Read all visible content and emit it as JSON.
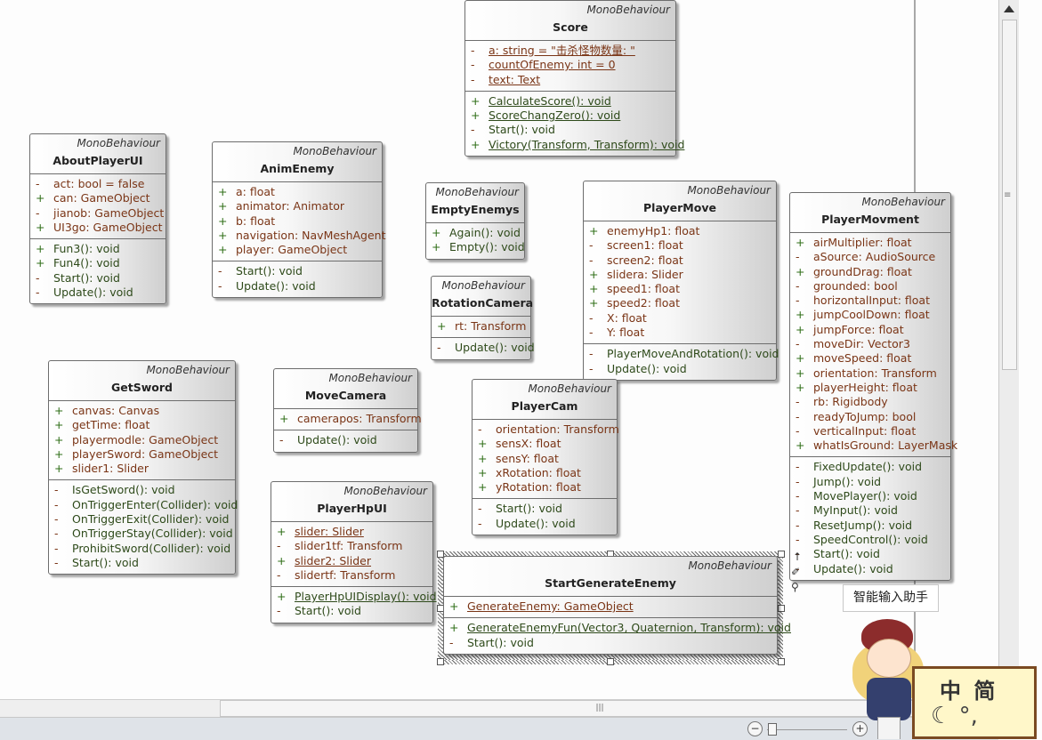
{
  "classes": [
    {
      "id": "score",
      "stereotype": "MonoBehaviour",
      "name": "Score",
      "attributes": [
        {
          "vis": "-",
          "text": "a: string = \"击杀怪物数量: \"",
          "static": true
        },
        {
          "vis": "-",
          "text": "countOfEnemy: int = 0",
          "static": true
        },
        {
          "vis": "-",
          "text": "text: Text",
          "static": true
        }
      ],
      "operations": [
        {
          "vis": "+",
          "text": "CalculateScore(): void",
          "static": true
        },
        {
          "vis": "+",
          "text": "ScoreChangZero(): void",
          "static": true
        },
        {
          "vis": "-",
          "text": "Start(): void",
          "static": false
        },
        {
          "vis": "+",
          "text": "Victory(Transform, Transform): void",
          "static": true
        }
      ]
    },
    {
      "id": "aboutplayerui",
      "stereotype": "MonoBehaviour",
      "name": "AboutPlayerUI",
      "attributes": [
        {
          "vis": "-",
          "text": "act: bool = false"
        },
        {
          "vis": "+",
          "text": "can: GameObject"
        },
        {
          "vis": "-",
          "text": "jianob: GameObject"
        },
        {
          "vis": "+",
          "text": "UI3go: GameObject"
        }
      ],
      "operations": [
        {
          "vis": "+",
          "text": "Fun3(): void"
        },
        {
          "vis": "+",
          "text": "Fun4(): void"
        },
        {
          "vis": "-",
          "text": "Start(): void"
        },
        {
          "vis": "-",
          "text": "Update(): void"
        }
      ]
    },
    {
      "id": "animenemy",
      "stereotype": "MonoBehaviour",
      "name": "AnimEnemy",
      "attributes": [
        {
          "vis": "+",
          "text": "a: float"
        },
        {
          "vis": "+",
          "text": "animator: Animator"
        },
        {
          "vis": "+",
          "text": "b: float"
        },
        {
          "vis": "+",
          "text": "navigation: NavMeshAgent"
        },
        {
          "vis": "+",
          "text": "player: GameObject"
        }
      ],
      "operations": [
        {
          "vis": "-",
          "text": "Start(): void"
        },
        {
          "vis": "-",
          "text": "Update(): void"
        }
      ]
    },
    {
      "id": "emptyenemys",
      "stereotype": "MonoBehaviour",
      "name": "EmptyEnemys",
      "attributes": [],
      "operations": [
        {
          "vis": "+",
          "text": "Again(): void"
        },
        {
          "vis": "+",
          "text": "Empty(): void"
        }
      ]
    },
    {
      "id": "rotationcamera",
      "stereotype": "MonoBehaviour",
      "name": "RotationCamera",
      "attributes": [
        {
          "vis": "+",
          "text": "rt: Transform"
        }
      ],
      "operations": [
        {
          "vis": "-",
          "text": "Update(): void"
        }
      ]
    },
    {
      "id": "playermove",
      "stereotype": "MonoBehaviour",
      "name": "PlayerMove",
      "attributes": [
        {
          "vis": "+",
          "text": "enemyHp1: float"
        },
        {
          "vis": "-",
          "text": "screen1: float"
        },
        {
          "vis": "-",
          "text": "screen2: float"
        },
        {
          "vis": "+",
          "text": "slidera: Slider"
        },
        {
          "vis": "+",
          "text": "speed1: float"
        },
        {
          "vis": "+",
          "text": "speed2: float"
        },
        {
          "vis": "-",
          "text": "X: float"
        },
        {
          "vis": "-",
          "text": "Y: float"
        }
      ],
      "operations": [
        {
          "vis": "-",
          "text": "PlayerMoveAndRotation(): void"
        },
        {
          "vis": "-",
          "text": "Update(): void"
        }
      ]
    },
    {
      "id": "playermovment",
      "stereotype": "MonoBehaviour",
      "name": "PlayerMovment",
      "attributes": [
        {
          "vis": "+",
          "text": "airMultiplier: float"
        },
        {
          "vis": "-",
          "text": "aSource: AudioSource"
        },
        {
          "vis": "+",
          "text": "groundDrag: float"
        },
        {
          "vis": "-",
          "text": "grounded: bool"
        },
        {
          "vis": "-",
          "text": "horizontalInput: float"
        },
        {
          "vis": "+",
          "text": "jumpCoolDown: float"
        },
        {
          "vis": "+",
          "text": "jumpForce: float"
        },
        {
          "vis": "-",
          "text": "moveDir: Vector3"
        },
        {
          "vis": "+",
          "text": "moveSpeed: float"
        },
        {
          "vis": "+",
          "text": "orientation: Transform"
        },
        {
          "vis": "+",
          "text": "playerHeight: float"
        },
        {
          "vis": "-",
          "text": "rb: Rigidbody"
        },
        {
          "vis": "-",
          "text": "readyToJump: bool"
        },
        {
          "vis": "-",
          "text": "verticalInput: float"
        },
        {
          "vis": "+",
          "text": "whatIsGround: LayerMask"
        }
      ],
      "operations": [
        {
          "vis": "-",
          "text": "FixedUpdate(): void"
        },
        {
          "vis": "-",
          "text": "Jump(): void"
        },
        {
          "vis": "-",
          "text": "MovePlayer(): void"
        },
        {
          "vis": "-",
          "text": "MyInput(): void"
        },
        {
          "vis": "-",
          "text": "ResetJump(): void"
        },
        {
          "vis": "-",
          "text": "SpeedControl(): void"
        },
        {
          "vis": "-",
          "text": "Start(): void"
        },
        {
          "vis": "-",
          "text": "Update(): void"
        }
      ]
    },
    {
      "id": "getsword",
      "stereotype": "MonoBehaviour",
      "name": "GetSword",
      "attributes": [
        {
          "vis": "+",
          "text": "canvas: Canvas"
        },
        {
          "vis": "+",
          "text": "getTime: float"
        },
        {
          "vis": "+",
          "text": "playermodle: GameObject"
        },
        {
          "vis": "+",
          "text": "playerSword: GameObject"
        },
        {
          "vis": "+",
          "text": "slider1: Slider"
        }
      ],
      "operations": [
        {
          "vis": "-",
          "text": "IsGetSword(): void"
        },
        {
          "vis": "-",
          "text": "OnTriggerEnter(Collider): void"
        },
        {
          "vis": "-",
          "text": "OnTriggerExit(Collider): void"
        },
        {
          "vis": "-",
          "text": "OnTriggerStay(Collider): void"
        },
        {
          "vis": "-",
          "text": "ProhibitSword(Collider): void"
        },
        {
          "vis": "-",
          "text": "Start(): void"
        }
      ]
    },
    {
      "id": "movecamera",
      "stereotype": "MonoBehaviour",
      "name": "MoveCamera",
      "attributes": [
        {
          "vis": "+",
          "text": "camerapos: Transform"
        }
      ],
      "operations": [
        {
          "vis": "-",
          "text": "Update(): void"
        }
      ]
    },
    {
      "id": "playercam",
      "stereotype": "MonoBehaviour",
      "name": "PlayerCam",
      "attributes": [
        {
          "vis": "-",
          "text": "orientation: Transform"
        },
        {
          "vis": "+",
          "text": "sensX: float"
        },
        {
          "vis": "+",
          "text": "sensY: float"
        },
        {
          "vis": "+",
          "text": "xRotation: float"
        },
        {
          "vis": "+",
          "text": "yRotation: float"
        }
      ],
      "operations": [
        {
          "vis": "-",
          "text": "Start(): void"
        },
        {
          "vis": "-",
          "text": "Update(): void"
        }
      ]
    },
    {
      "id": "playerhpui",
      "stereotype": "MonoBehaviour",
      "name": "PlayerHpUI",
      "attributes": [
        {
          "vis": "+",
          "text": "slider: Slider",
          "static": true
        },
        {
          "vis": "-",
          "text": "slider1tf: Transform"
        },
        {
          "vis": "+",
          "text": "slider2: Slider",
          "static": true
        },
        {
          "vis": "-",
          "text": "slidertf: Transform"
        }
      ],
      "operations": [
        {
          "vis": "+",
          "text": "PlayerHpUIDisplay(): void",
          "static": true
        },
        {
          "vis": "-",
          "text": "Start(): void"
        }
      ]
    },
    {
      "id": "startgenerateenemy",
      "stereotype": "MonoBehaviour",
      "name": "StartGenerateEnemy",
      "attributes": [
        {
          "vis": "+",
          "text": "GenerateEnemy: GameObject",
          "static": true
        }
      ],
      "operations": [
        {
          "vis": "+",
          "text": "GenerateEnemyFun(Vector3, Quaternion, Transform): void",
          "static": true
        },
        {
          "vis": "-",
          "text": "Start(): void"
        }
      ]
    }
  ],
  "tooltip": {
    "text": "智能输入助手"
  },
  "side_icons": [
    "arrow-up-icon",
    "paint-brush-icon",
    "magnifier-icon"
  ],
  "scrollbar": {
    "grip": "≡",
    "h_grip": "|||"
  },
  "zoom": {
    "minus": "−",
    "plus": "+"
  },
  "ime": {
    "label": "中 简",
    "symbols": "☾ °,"
  },
  "colors": {
    "attribute_text": "#7a3516",
    "operation_text": "#2e4a1a",
    "public_marker": "#2e6d16",
    "private_marker": "#7a3516"
  }
}
